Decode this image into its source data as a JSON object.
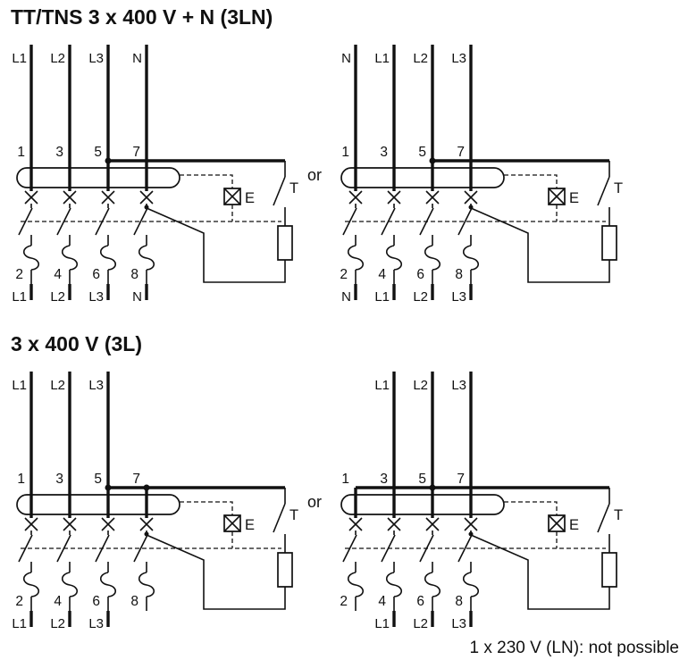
{
  "colors": {
    "ink": "#111111",
    "background": "#ffffff"
  },
  "titles": {
    "top": "TT/TNS 3 x 400 V + N (3LN)",
    "bottom": "3 x 400 V (3L)"
  },
  "or_label": "or",
  "footer_note": "1 x 230 V (LN): not possible",
  "test_labels": {
    "release": "E",
    "test_button": "T"
  },
  "terminals": {
    "top": [
      "1",
      "3",
      "5",
      "7"
    ],
    "bottom": [
      "2",
      "4",
      "6",
      "8"
    ]
  },
  "diagrams": [
    {
      "top_labels": [
        "L1",
        "L2",
        "L3",
        "N"
      ],
      "bottom_labels": [
        "L1",
        "L2",
        "L3",
        "N"
      ]
    },
    {
      "top_labels": [
        "N",
        "L1",
        "L2",
        "L3"
      ],
      "bottom_labels": [
        "N",
        "L1",
        "L2",
        "L3"
      ]
    },
    {
      "top_labels": [
        "L1",
        "L2",
        "L3",
        ""
      ],
      "bottom_labels": [
        "L1",
        "L2",
        "L3",
        ""
      ]
    },
    {
      "top_labels": [
        "",
        "L1",
        "L2",
        "L3"
      ],
      "bottom_labels": [
        "",
        "L1",
        "L2",
        "L3"
      ]
    }
  ]
}
